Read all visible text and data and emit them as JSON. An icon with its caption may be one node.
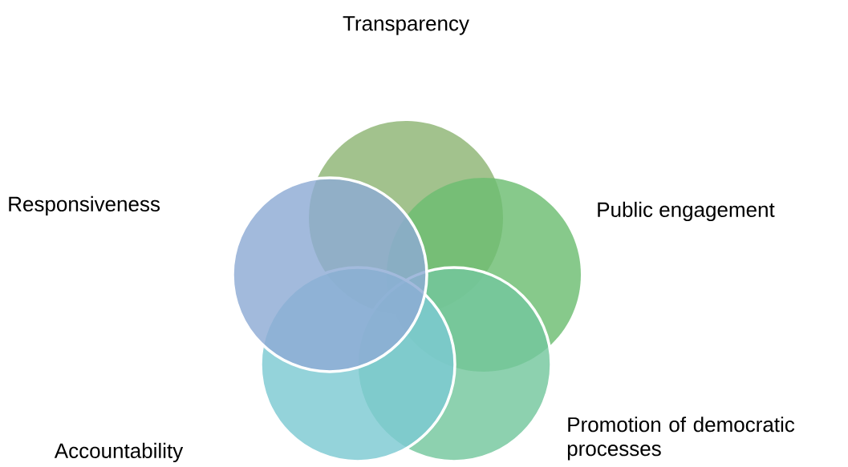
{
  "diagram": {
    "nodes": [
      {
        "text": [
          "Transparency"
        ]
      },
      {
        "text": [
          "Public engagement"
        ]
      },
      {
        "text": [
          "Promotion of democratic processes"
        ]
      },
      {
        "text": [
          "Accountability"
        ]
      },
      {
        "text": [
          "Responsiveness"
        ]
      }
    ]
  }
}
